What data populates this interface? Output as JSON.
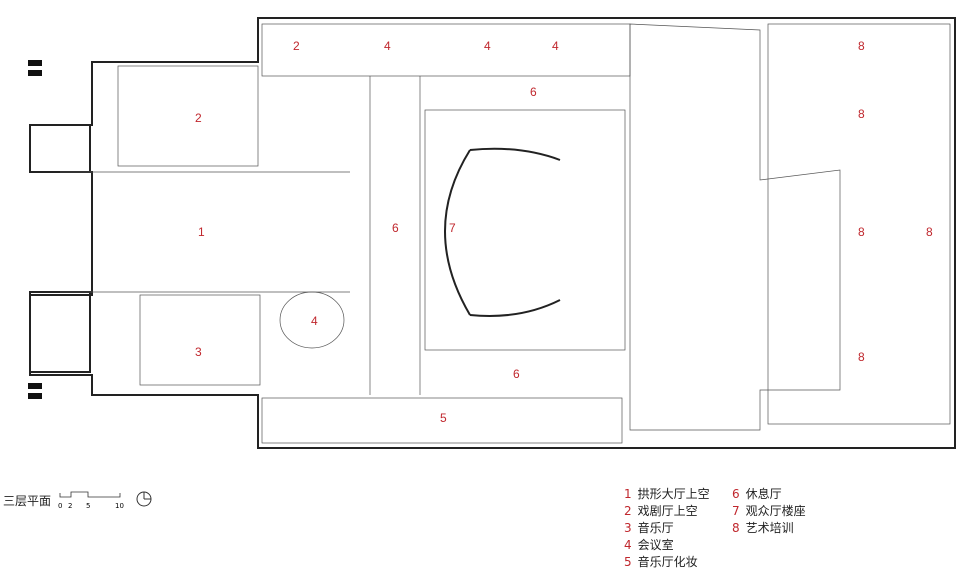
{
  "title": "三层平面",
  "scale": {
    "ticks": [
      "0",
      "2",
      "5",
      "10"
    ]
  },
  "legend": [
    {
      "n": "1",
      "label": "拱形大厅上空"
    },
    {
      "n": "2",
      "label": "戏剧厅上空"
    },
    {
      "n": "3",
      "label": "音乐厅"
    },
    {
      "n": "4",
      "label": "会议室"
    },
    {
      "n": "5",
      "label": "音乐厅化妆"
    },
    {
      "n": "6",
      "label": "休息厅"
    },
    {
      "n": "7",
      "label": "观众厅楼座"
    },
    {
      "n": "8",
      "label": "艺术培训"
    }
  ],
  "room_numbers": {
    "r1": "1",
    "r2": "2",
    "r3": "3",
    "r4": "4",
    "r5": "5",
    "r6": "6",
    "r7": "7",
    "r8": "8"
  },
  "colors": {
    "label": "#c0272d",
    "wall": "#222222"
  }
}
